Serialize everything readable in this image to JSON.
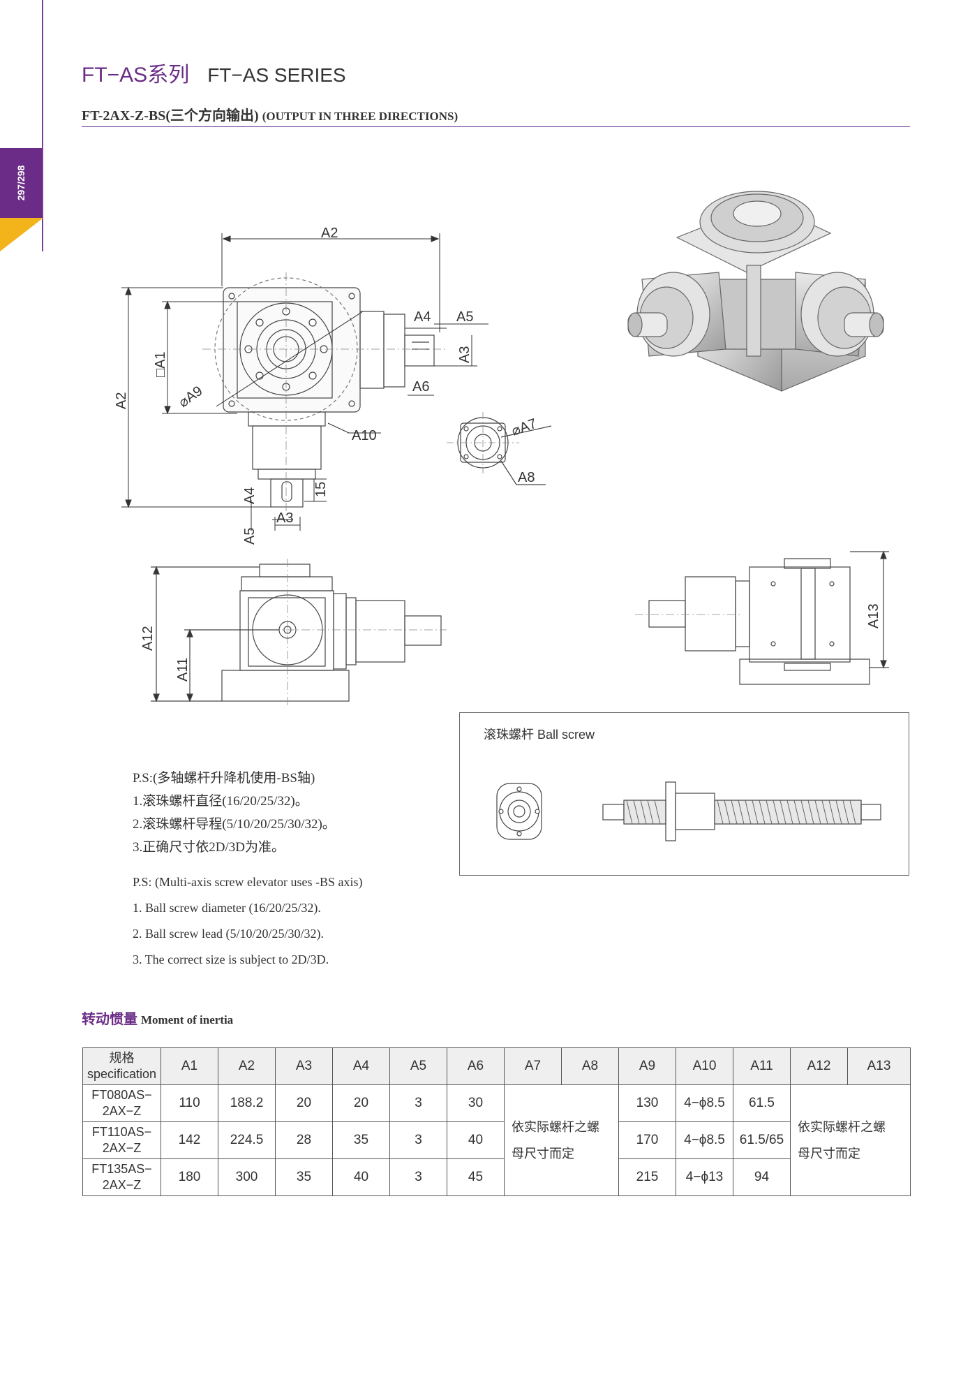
{
  "side": {
    "page_numbers": "297/298",
    "accent": "#6a2c86",
    "wedge_color": "#f3b31a"
  },
  "header": {
    "title_cn": "FT−AS系列",
    "title_en": "FT−AS SERIES",
    "subtitle_model": "FT-2AX-Z-BS(三个方向输出)",
    "subtitle_en": "(OUTPUT IN THREE DIRECTIONS)"
  },
  "drawing": {
    "labels": {
      "a1": "□A1",
      "a2": "A2",
      "a3": "A3",
      "a4": "A4",
      "a5": "A5",
      "a6": "A6",
      "a7": "⌀A7",
      "a8": "A8",
      "a9": "⌀A9",
      "a10": "A10",
      "a11": "A11",
      "a12": "A12",
      "a13": "A13",
      "fifteen": "15"
    }
  },
  "ball_screw": {
    "label": "滚珠螺杆 Ball screw"
  },
  "notes": {
    "cn": [
      "P.S:(多轴螺杆升降机使用-BS轴)",
      "1.滚珠螺杆直径(16/20/25/32)。",
      "2.滚珠螺杆导程(5/10/20/25/30/32)。",
      "3.正确尺寸依2D/3D为准。"
    ],
    "en": [
      "P.S: (Multi-axis screw elevator uses -BS axis)",
      "1. Ball screw diameter (16/20/25/32).",
      "2. Ball screw lead (5/10/20/25/30/32).",
      "3. The correct size is subject to 2D/3D."
    ]
  },
  "inertia": {
    "title_cn": "转动惯量",
    "title_en": "Moment of inertia"
  },
  "table": {
    "header_spec_cn": "规格",
    "header_spec_en": "specification",
    "headers": [
      "A1",
      "A2",
      "A3",
      "A4",
      "A5",
      "A6",
      "A7",
      "A8",
      "A9",
      "A10",
      "A11",
      "A12",
      "A13"
    ],
    "merged_note_line1": "依实际螺杆之螺",
    "merged_note_line2": "母尺寸而定",
    "rows": [
      {
        "spec1": "FT080AS−",
        "spec2": "2AX−Z",
        "a1": "110",
        "a2": "188.2",
        "a3": "20",
        "a4": "20",
        "a5": "3",
        "a6": "30",
        "a9": "130",
        "a10": "4−ϕ8.5",
        "a11": "61.5"
      },
      {
        "spec1": "FT110AS−",
        "spec2": "2AX−Z",
        "a1": "142",
        "a2": "224.5",
        "a3": "28",
        "a4": "35",
        "a5": "3",
        "a6": "40",
        "a9": "170",
        "a10": "4−ϕ8.5",
        "a11": "61.5/65"
      },
      {
        "spec1": "FT135AS−",
        "spec2": "2AX−Z",
        "a1": "180",
        "a2": "300",
        "a3": "35",
        "a4": "40",
        "a5": "3",
        "a6": "45",
        "a9": "215",
        "a10": "4−ϕ13",
        "a11": "94"
      }
    ]
  }
}
